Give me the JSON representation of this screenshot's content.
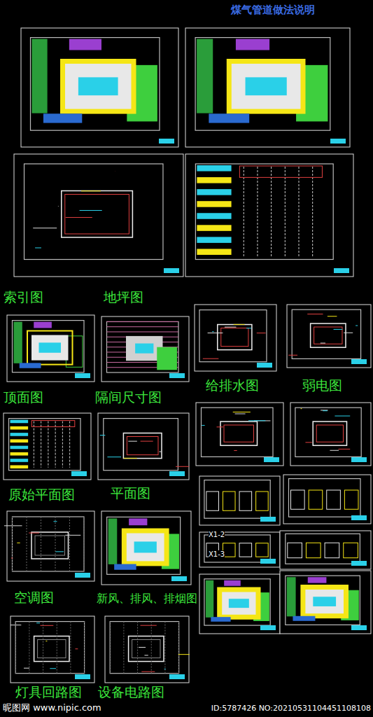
{
  "diagram": {
    "title": "煤气管道做法说明",
    "labels": [
      "索引图",
      "地坪图",
      "给排水图",
      "弱电图",
      "顶面图",
      "隔间尺寸图",
      "原始平面图",
      "平面图",
      "空调图",
      "新风、排风、排烟图",
      "灯具回路图",
      "设备电路图",
      "X1-2",
      "X1-3",
      "昵图网 www.nipic.com",
      "ID:5787426 NO:20210531104451108108"
    ]
  }
}
